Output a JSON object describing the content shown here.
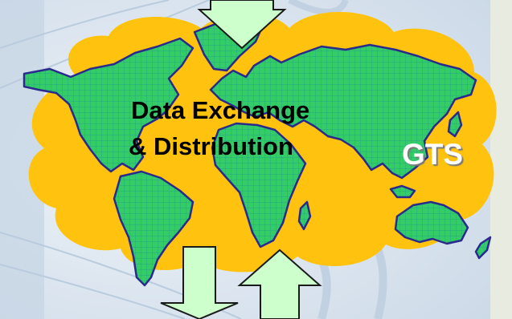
{
  "diagram": {
    "center_label_line1": "Data Exchange",
    "center_label_line2": "& Distribution",
    "network_label": "GTS"
  },
  "colors": {
    "background": "#dfe8f2",
    "background_stripe": "#d0dce8",
    "right_panel": "#eceee4",
    "cloud": "#ffc20e",
    "land": "#33cc66",
    "land_outline": "#2a2a8c",
    "arrow_fill": "#ccffcc",
    "arrow_outline": "#1a1a1a",
    "gts_text": "#ffffff"
  },
  "icons": {
    "network_cloud": "cloud-shape",
    "world_map": "globe-map",
    "arrows": [
      "arrow-down-top",
      "arrow-down-bottom",
      "arrow-up-bottom"
    ]
  }
}
